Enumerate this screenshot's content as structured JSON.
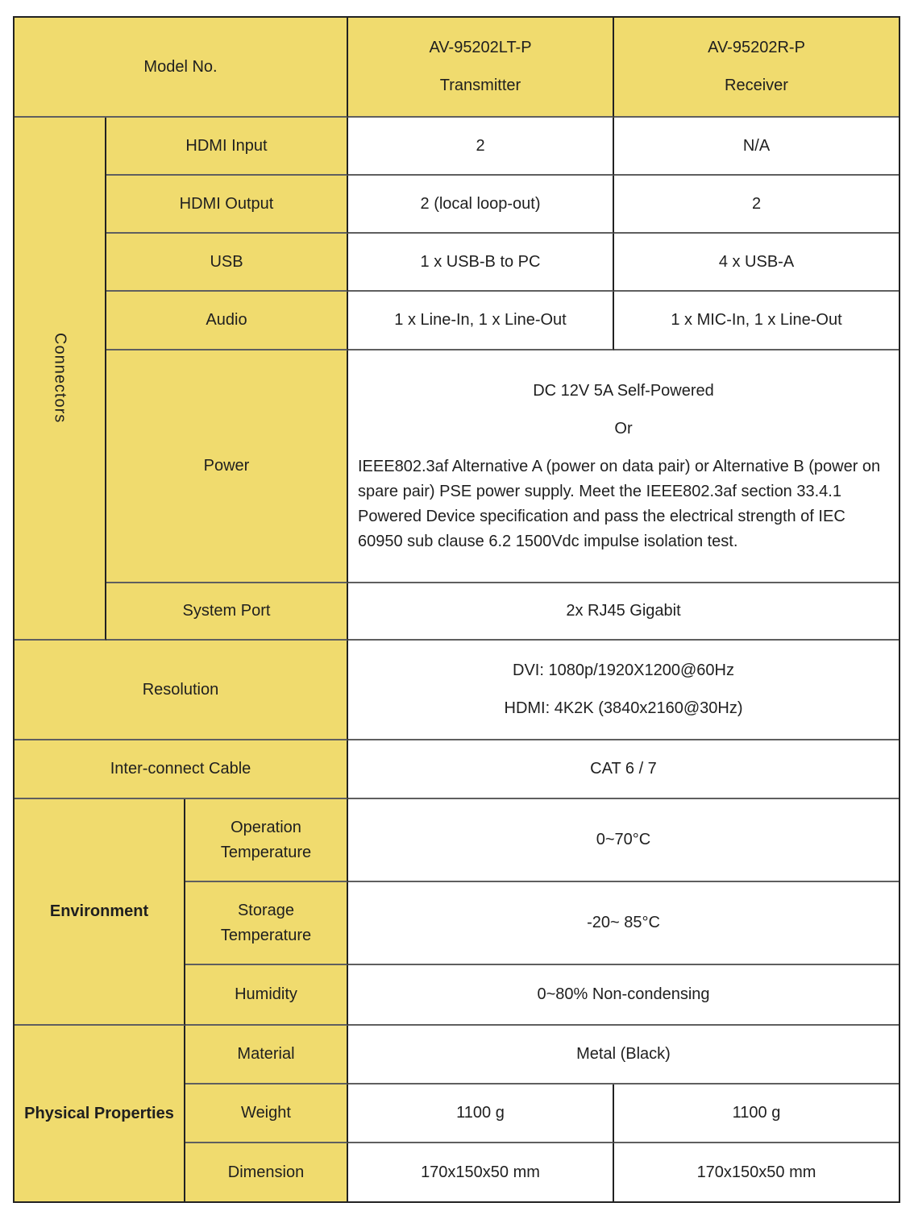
{
  "colors": {
    "cell_yellow": "#F0DB6E",
    "border_dark": "#222222",
    "border_gray": "#5F5F5F",
    "text": "#1F1F1F"
  },
  "header": {
    "model_no_label": "Model No.",
    "transmitter_model": "AV-95202LT-P",
    "transmitter_type": "Transmitter",
    "receiver_model": "AV-95202R-P",
    "receiver_type": "Receiver"
  },
  "connectors": {
    "group_label": "Connectors",
    "hdmi_input": {
      "label": "HDMI Input",
      "transmitter": "2",
      "receiver": "N/A"
    },
    "hdmi_output": {
      "label": "HDMI Output",
      "transmitter": "2 (local loop-out)",
      "receiver": "2"
    },
    "usb": {
      "label": "USB",
      "transmitter": "1 x USB-B to PC",
      "receiver": "4 x USB-A"
    },
    "audio": {
      "label": "Audio",
      "transmitter": "1 x Line-In, 1 x Line-Out",
      "receiver": "1 x MIC-In, 1 x Line-Out"
    },
    "power": {
      "label": "Power",
      "option1": "DC 12V 5A Self-Powered",
      "separator": "Or",
      "option2": "IEEE802.3af Alternative A (power on data pair) or Alternative B (power on spare pair) PSE power supply. Meet the IEEE802.3af section 33.4.1 Powered Device specification and pass the electrical strength of IEC 60950 sub clause 6.2 1500Vdc impulse isolation test."
    },
    "system_port": {
      "label": "System Port",
      "value": "2x RJ45 Gigabit"
    }
  },
  "resolution": {
    "label": "Resolution",
    "dvi": "DVI: 1080p/1920X1200@60Hz",
    "hdmi": "HDMI: 4K2K (3840x2160@30Hz)"
  },
  "inter_connect_cable": {
    "label": "Inter-connect Cable",
    "value": "CAT 6 / 7"
  },
  "environment": {
    "group_label": "Environment",
    "operation_temperature": {
      "label": "Operation Temperature",
      "value": "0~70°C"
    },
    "storage_temperature": {
      "label": "Storage Temperature",
      "value": "-20~ 85°C"
    },
    "humidity": {
      "label": "Humidity",
      "value": "0~80% Non-condensing"
    }
  },
  "physical_properties": {
    "group_label": "Physical Properties",
    "material": {
      "label": "Material",
      "value": "Metal (Black)"
    },
    "weight": {
      "label": "Weight",
      "transmitter": "1100 g",
      "receiver": "1100 g"
    },
    "dimension": {
      "label": "Dimension",
      "transmitter": "170x150x50 mm",
      "receiver": "170x150x50 mm"
    }
  }
}
